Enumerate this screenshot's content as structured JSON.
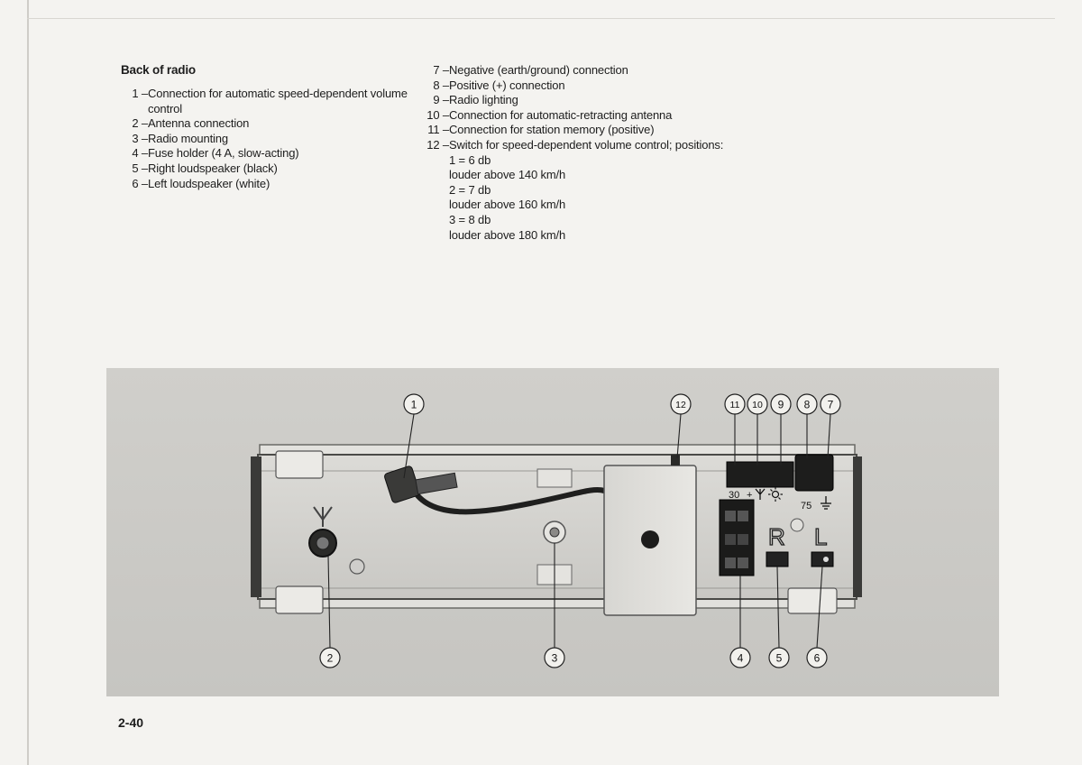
{
  "heading": "Back of radio",
  "legend_left": [
    {
      "num": "1 –",
      "text": "Connection for automatic speed-dependent volume control"
    },
    {
      "num": "2 –",
      "text": "Antenna connection"
    },
    {
      "num": "3 –",
      "text": "Radio mounting"
    },
    {
      "num": "4 –",
      "text": "Fuse holder (4 A, slow-acting)"
    },
    {
      "num": "5 –",
      "text": "Right loudspeaker (black)"
    },
    {
      "num": "6 –",
      "text": "Left loudspeaker (white)"
    }
  ],
  "legend_right": [
    {
      "num": "7 –",
      "text": "Negative (earth/ground) connection"
    },
    {
      "num": "8 –",
      "text": "Positive (+) connection"
    },
    {
      "num": "9 –",
      "text": "Radio lighting"
    },
    {
      "num": "10 –",
      "text": "Connection for automatic-retracting antenna"
    },
    {
      "num": "11 –",
      "text": "Connection for station memory (positive)"
    },
    {
      "num": "12 –",
      "text": "Switch for speed-dependent volume control; positions:"
    }
  ],
  "switch_positions": [
    "1 = 6 db",
    "louder above 140 km/h",
    "2 = 7 db",
    "louder above 160 km/h",
    "3 = 8 db",
    "louder above 180 km/h"
  ],
  "callouts": [
    "1",
    "2",
    "3",
    "4",
    "5",
    "6",
    "7",
    "8",
    "9",
    "10",
    "11",
    "12"
  ],
  "panel_labels": {
    "terminal_30": "30",
    "terminal_plus": "+",
    "terminal_75": "75",
    "speaker_right": "R",
    "speaker_left": "L"
  },
  "page_number": "2-40"
}
